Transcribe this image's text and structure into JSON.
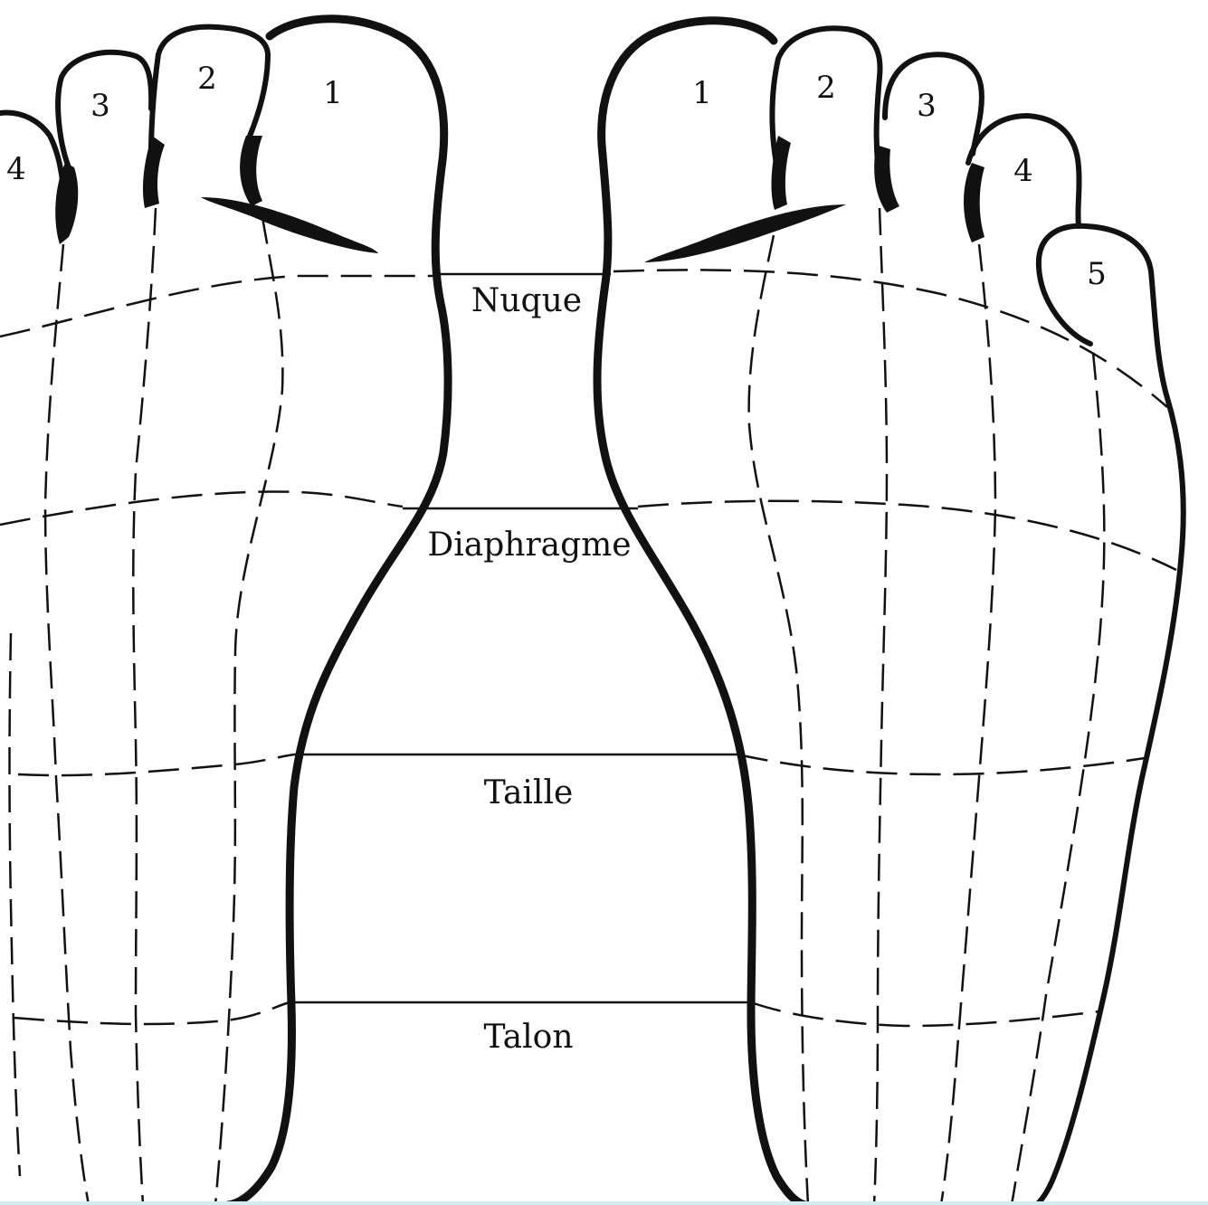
{
  "diagram": {
    "zones": [
      {
        "id": "nuque",
        "label": "Nuque"
      },
      {
        "id": "diaphragme",
        "label": "Diaphragme"
      },
      {
        "id": "taille",
        "label": "Taille"
      },
      {
        "id": "talon",
        "label": "Talon"
      }
    ],
    "left_foot_toes": [
      {
        "label": "1"
      },
      {
        "label": "2"
      },
      {
        "label": "3"
      },
      {
        "label": "4"
      }
    ],
    "right_foot_toes": [
      {
        "label": "1"
      },
      {
        "label": "2"
      },
      {
        "label": "3"
      },
      {
        "label": "4"
      },
      {
        "label": "5"
      }
    ]
  },
  "colors": {
    "ink": "#111111",
    "background": "#ffffff",
    "bottom_rule": "#c9f0f2"
  }
}
